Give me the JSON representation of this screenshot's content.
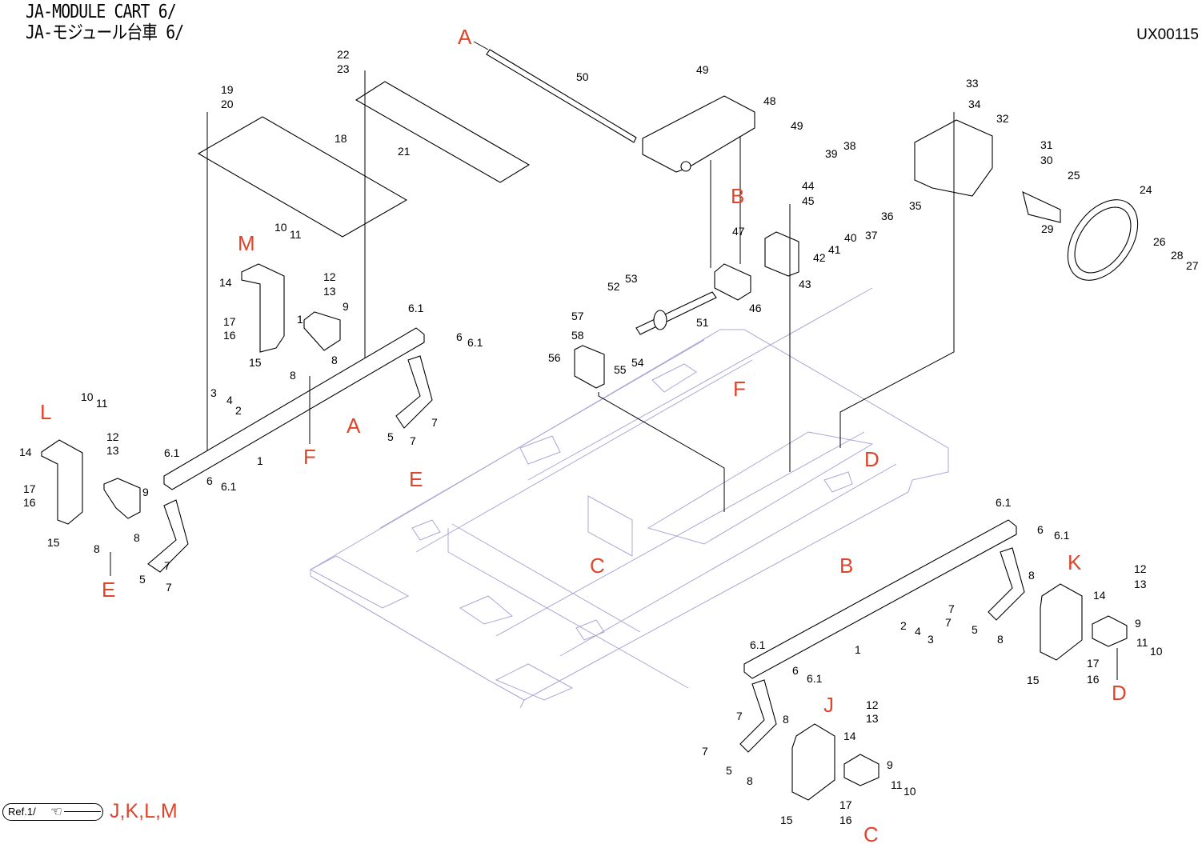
{
  "title": {
    "line1": "JA-MODULE CART 6/",
    "line2": "JA-モジュール台車 6/"
  },
  "doc_id": "UX00115",
  "reference": {
    "label": "Ref.1/",
    "icon": "pointing-hand-icon",
    "targets": "J,K,L,M"
  },
  "colors": {
    "reference_letters": "#e0452c",
    "frame_lines": "#a9a7d4",
    "part_lines": "#000000"
  },
  "reference_letters": [
    "A",
    "B",
    "A",
    "F",
    "B",
    "F",
    "E",
    "D",
    "E",
    "C",
    "B",
    "K",
    "D",
    "J",
    "C",
    "L",
    "M"
  ],
  "callouts": {
    "top_plates": [
      "22",
      "23",
      "19",
      "20",
      "18",
      "21"
    ],
    "shaft_assembly": [
      "50",
      "49",
      "48",
      "49"
    ],
    "gearbox_handwheel": [
      "33",
      "34",
      "32",
      "31",
      "30",
      "25",
      "24",
      "29",
      "26",
      "28",
      "27",
      "39",
      "38",
      "36",
      "35",
      "37",
      "40",
      "41",
      "42",
      "44",
      "45",
      "43",
      "47",
      "46",
      "51",
      "52",
      "53",
      "57",
      "58",
      "56",
      "55",
      "54"
    ],
    "left_rail_M": [
      "10",
      "11",
      "14",
      "12",
      "13",
      "9",
      "17",
      "16",
      "15",
      "8",
      "8",
      "3",
      "4",
      "2",
      "6.1",
      "6",
      "6.1",
      "7",
      "7",
      "5",
      "1"
    ],
    "left_rail_L": [
      "10",
      "11",
      "14",
      "12",
      "13",
      "9",
      "17",
      "16",
      "15",
      "8",
      "8",
      "6.1",
      "6",
      "6.1",
      "7",
      "7",
      "5",
      "1"
    ],
    "right_rail_K": [
      "6.1",
      "6",
      "6.1",
      "8",
      "14",
      "12",
      "13",
      "9",
      "2",
      "4",
      "3",
      "7",
      "7",
      "5",
      "8",
      "11",
      "10",
      "17",
      "16",
      "15",
      "1"
    ],
    "right_rail_J": [
      "6.1",
      "6",
      "6.1",
      "12",
      "13",
      "8",
      "14",
      "7",
      "7",
      "5",
      "8",
      "9",
      "11",
      "10",
      "17",
      "16",
      "15"
    ]
  }
}
